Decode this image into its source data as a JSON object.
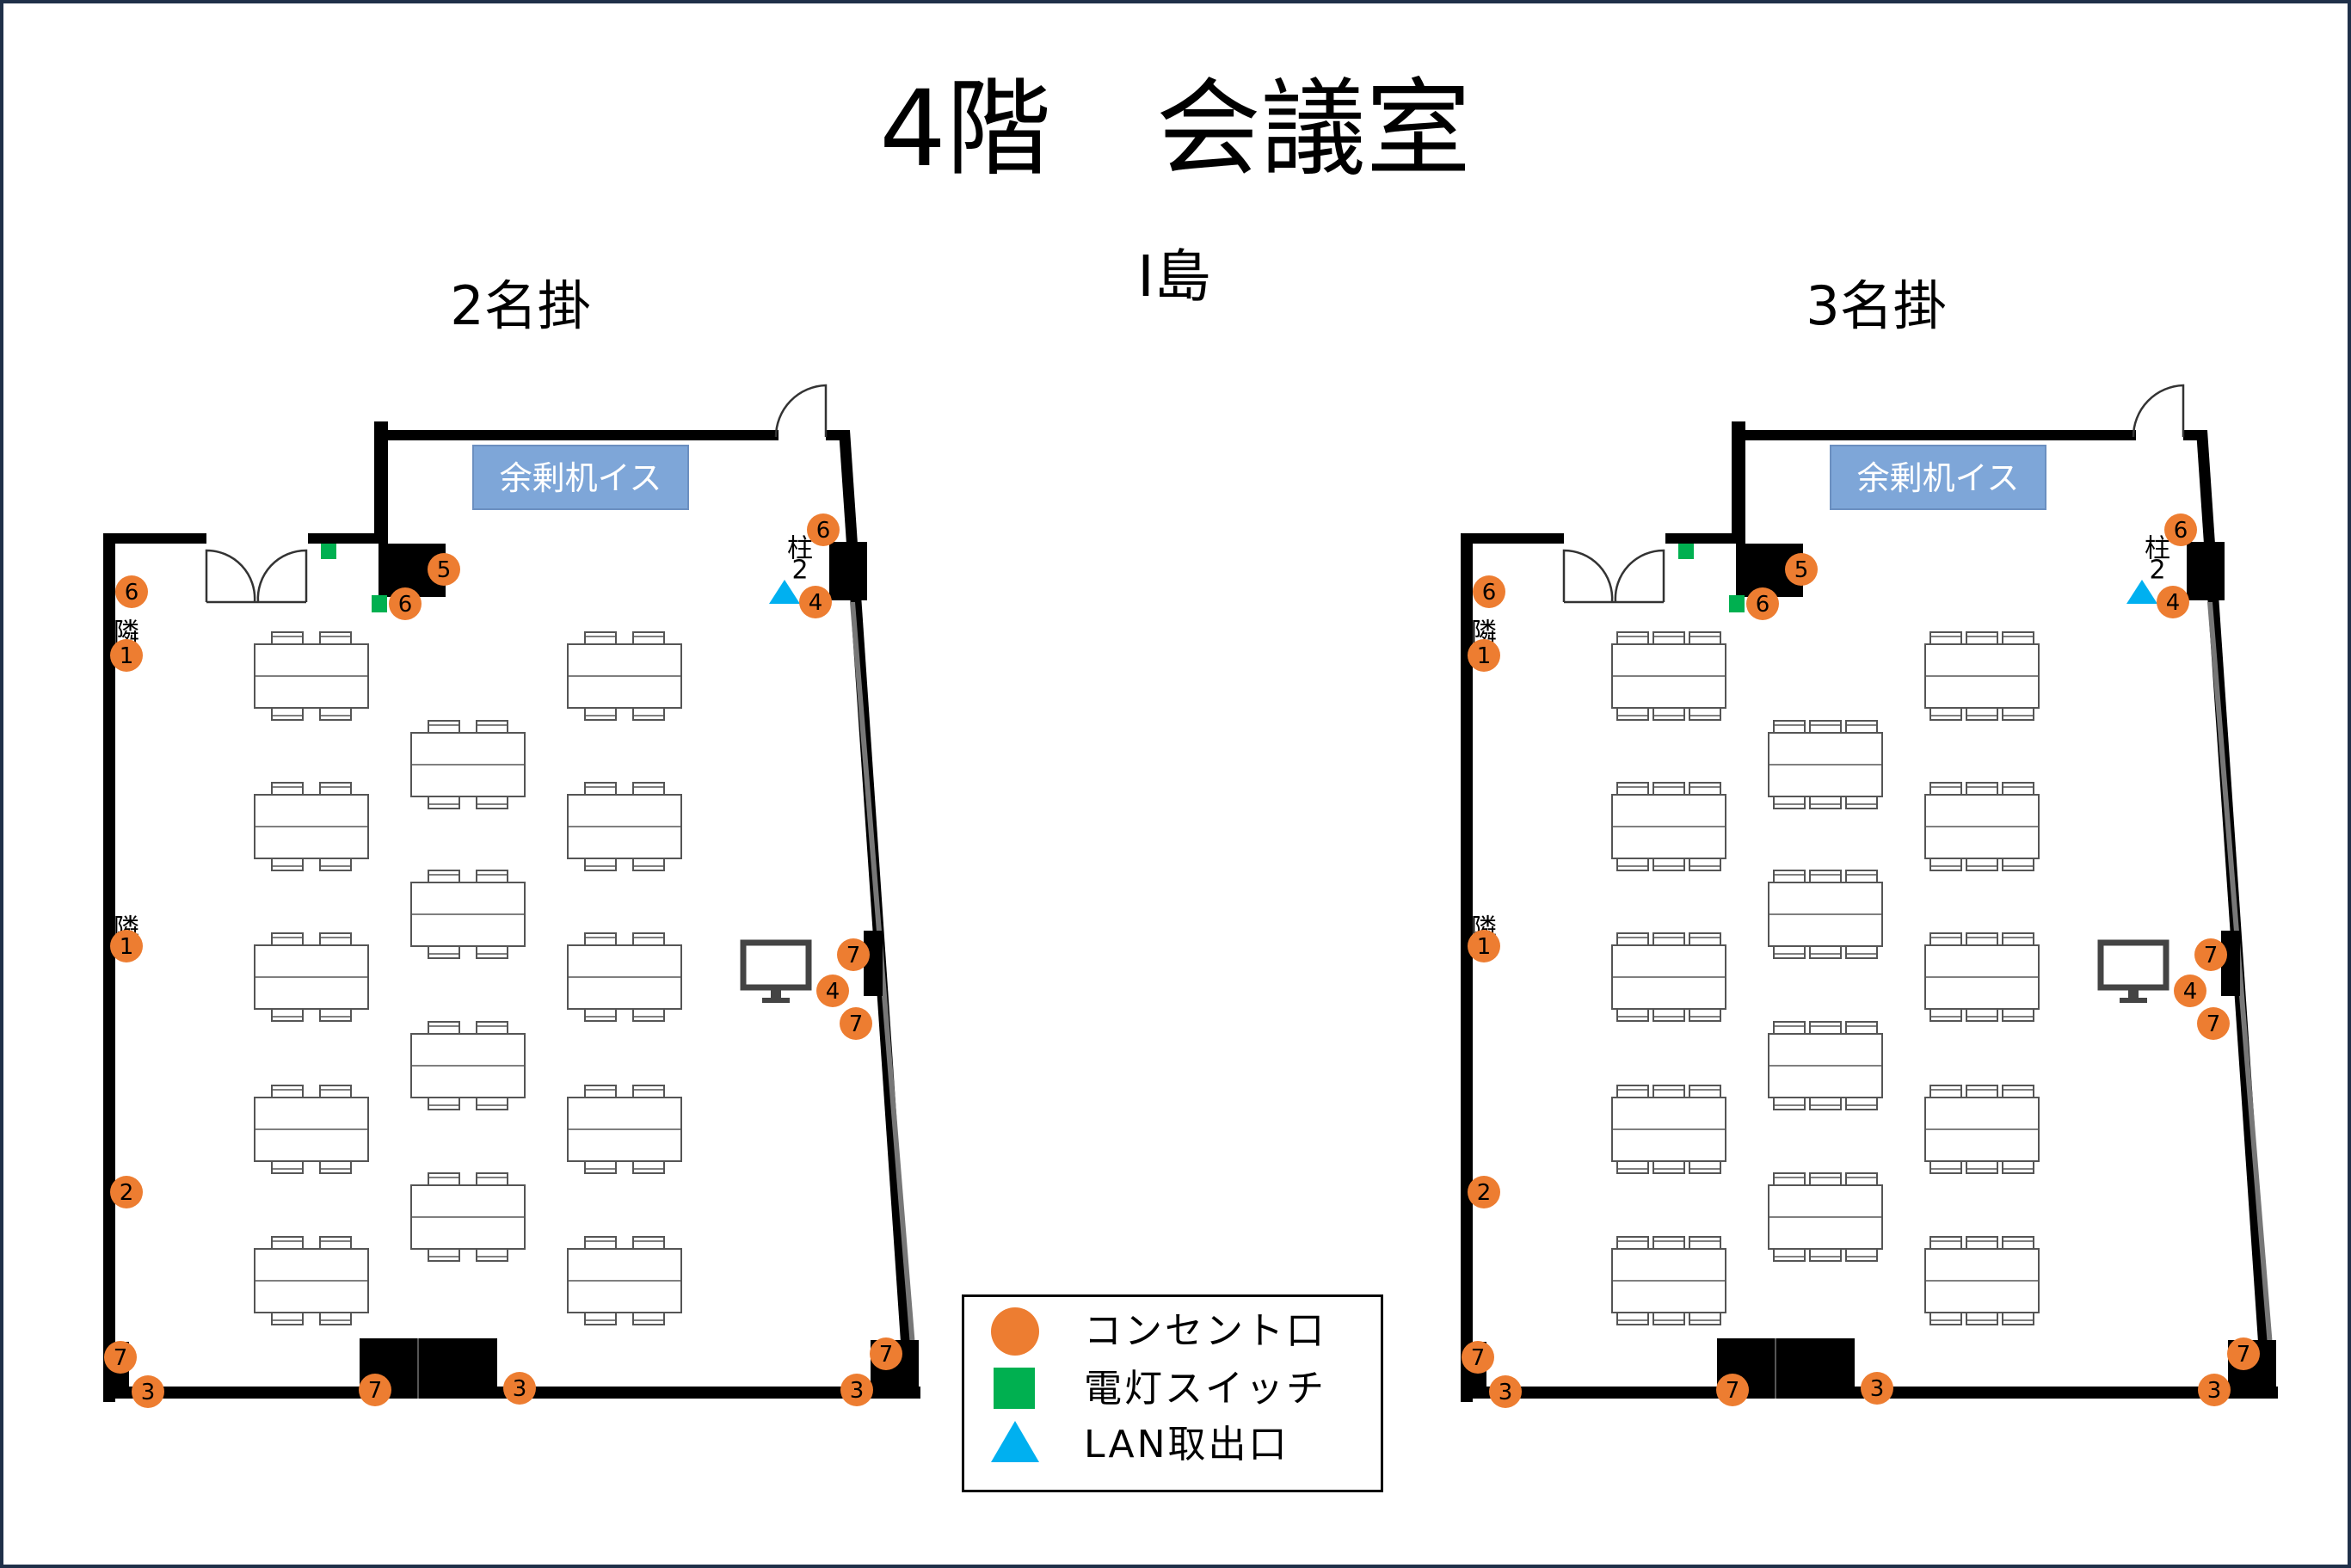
{
  "title": "4階　会議室",
  "layout_name": "I島",
  "left_plan": {
    "label": "2名掛",
    "sign": "余剰机イス"
  },
  "right_plan": {
    "label": "3名掛",
    "sign": "余剰机イス"
  },
  "markers": {
    "neighbor": "隣",
    "pillar": "柱",
    "pillar_num": "2",
    "outlets": [
      "6",
      "1",
      "1",
      "2",
      "7",
      "3",
      "7",
      "3",
      "3",
      "7",
      "5",
      "6",
      "6",
      "4",
      "7",
      "4",
      "7"
    ]
  },
  "legend": [
    {
      "symbol": "circle",
      "label": "コンセント口",
      "color": "#ed7d31"
    },
    {
      "symbol": "square",
      "label": "電灯スイッチ",
      "color": "#00b050"
    },
    {
      "symbol": "triangle",
      "label": "LAN取出口",
      "color": "#00b0f0"
    }
  ],
  "colors": {
    "outlet": "#ed7d31",
    "switch": "#00b050",
    "lan": "#00b0f0",
    "sign_bg": "#7ea6d8",
    "frame": "#1f3049"
  }
}
